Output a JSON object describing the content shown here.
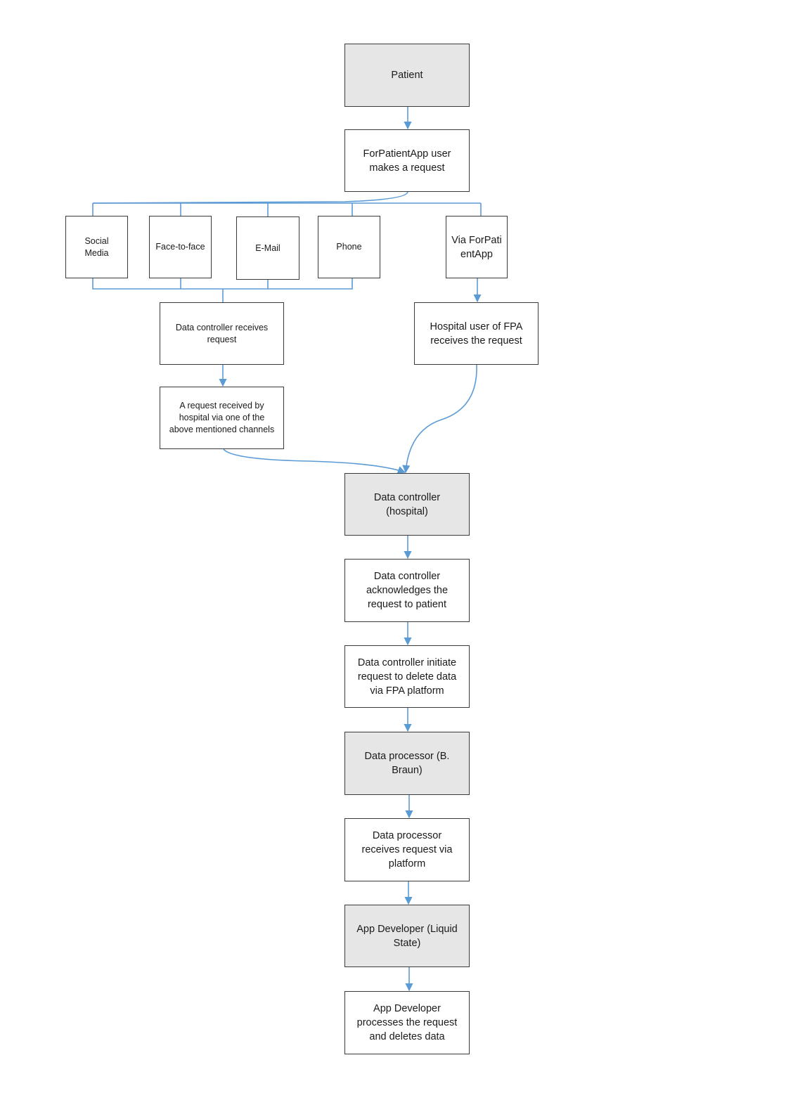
{
  "diagram": {
    "colors": {
      "connector": "#5b9bd5",
      "entity_fill": "#e6e6e6",
      "step_fill": "#ffffff",
      "border": "#3a3a3a"
    },
    "nodes": {
      "patient": "Patient",
      "user_request": "ForPatientApp user makes a request",
      "social_media": "Social Media",
      "face_to_face": "Face-to-face",
      "email": "E-Mail",
      "phone": "Phone",
      "via_app": "Via ForPatientApp",
      "dc_receives": "Data controller receives request",
      "hospital_user": "Hospital user of FPA receives the request",
      "request_received": "A request received by hospital via one of the above mentioned channels",
      "data_controller": "Data controller (hospital)",
      "dc_acknowledges": "Data controller acknowledges the request to patient",
      "dc_initiates": "Data controller initiate request to delete data via FPA platform",
      "data_processor": "Data processor (B. Braun)",
      "dp_receives": "Data processor receives request via platform",
      "app_developer": "App Developer (Liquid State)",
      "ad_processes": "App Developer processes the request and deletes data"
    }
  }
}
